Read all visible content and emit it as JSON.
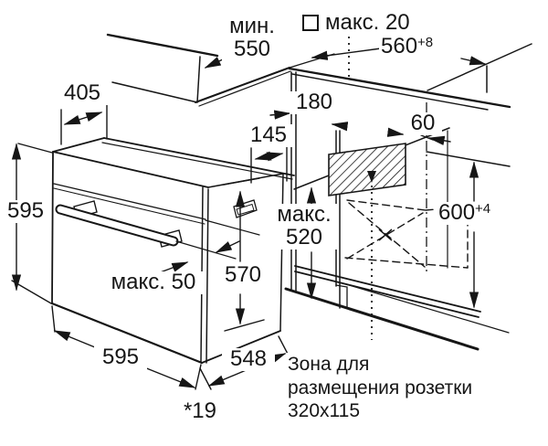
{
  "diagram_title": "Built-in oven installation dimensions",
  "labels": {
    "min_550": {
      "line1": "мин.",
      "line2": "550"
    },
    "max_20": {
      "text": "макс. 20"
    },
    "dim_560": {
      "value": "560",
      "tolerance": "+8"
    },
    "dim_405": "405",
    "dim_180": "180",
    "dim_145": "145",
    "dim_60": "60",
    "height_595": "595",
    "max_520": {
      "line1": "макс.",
      "line2": "520"
    },
    "dim_570": "570",
    "max_50": "макс. 50",
    "width_595": "595",
    "dim_548": "548",
    "note": "*19",
    "dim_600": {
      "value": "600",
      "tolerance": "+4"
    },
    "socket_zone": {
      "line1": "Зона для",
      "line2": "размещения розетки",
      "line3": "320x115"
    }
  },
  "colors": {
    "line": "#161616",
    "background": "#ffffff"
  }
}
